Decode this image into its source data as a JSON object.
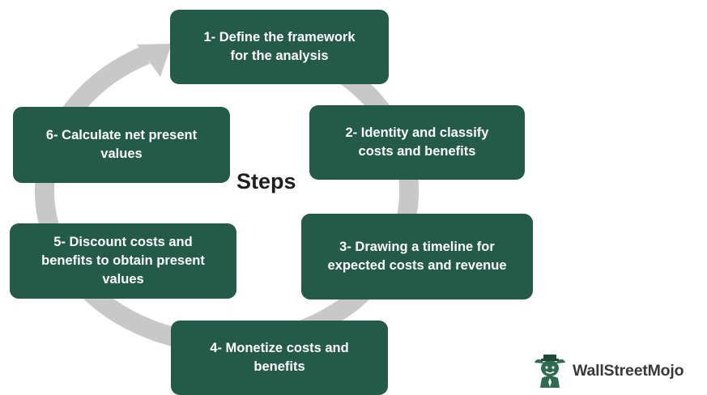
{
  "diagram": {
    "center_label": "Steps",
    "steps": [
      {
        "label": "1- Define the framework\nfor the analysis"
      },
      {
        "label": "2- Identity and classify\ncosts and benefits"
      },
      {
        "label": "3- Drawing a timeline for\nexpected costs and revenue"
      },
      {
        "label": "4- Monetize costs and\nbenefits"
      },
      {
        "label": "5- Discount costs and\nbenefits to obtain present\nvalues"
      },
      {
        "label": "6- Calculate net present\nvalues"
      }
    ],
    "colors": {
      "box_fill": "#235a48",
      "box_text": "#ffffff",
      "ring": "#c8c8c8",
      "logo_green": "#2f6b4f"
    }
  },
  "branding": {
    "logo_text": "WallStreetMojo",
    "logo_icon": "bull-mascot-icon"
  }
}
